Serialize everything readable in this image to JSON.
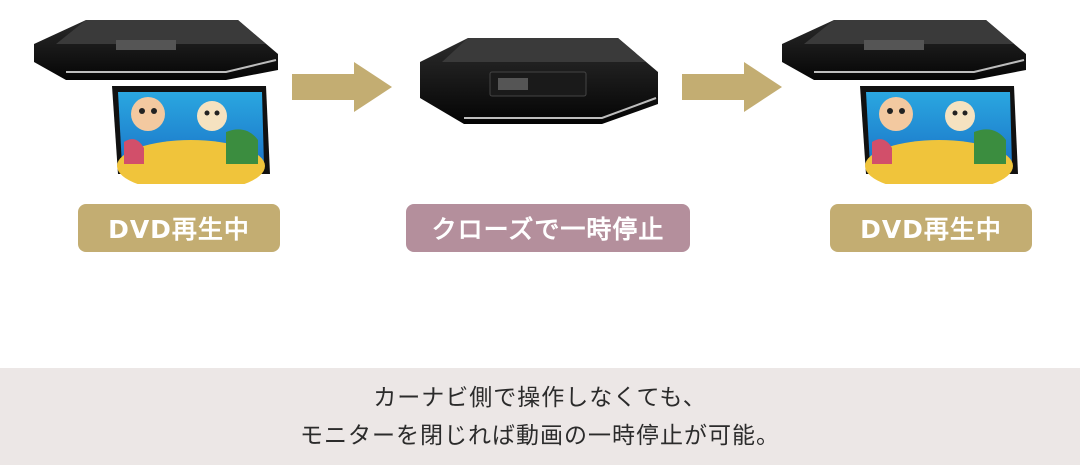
{
  "colors": {
    "arrow": "#c3ad72",
    "badge_playing": "#c3ad72",
    "badge_paused": "#b48f9c",
    "caption_background": "#ece7e6"
  },
  "steps": [
    {
      "status_label": "DVD再生中",
      "state": "open",
      "icon": "overhead-monitor-open-icon"
    },
    {
      "status_label": "クローズで一時停止",
      "state": "closed",
      "icon": "overhead-monitor-closed-icon"
    },
    {
      "status_label": "DVD再生中",
      "state": "open",
      "icon": "overhead-monitor-open-icon"
    }
  ],
  "arrows": [
    "right-arrow-icon",
    "right-arrow-icon"
  ],
  "caption": {
    "line1": "カーナビ側で操作しなくても、",
    "line2": "モニターを閉じれば動画の一時停止が可能。"
  }
}
